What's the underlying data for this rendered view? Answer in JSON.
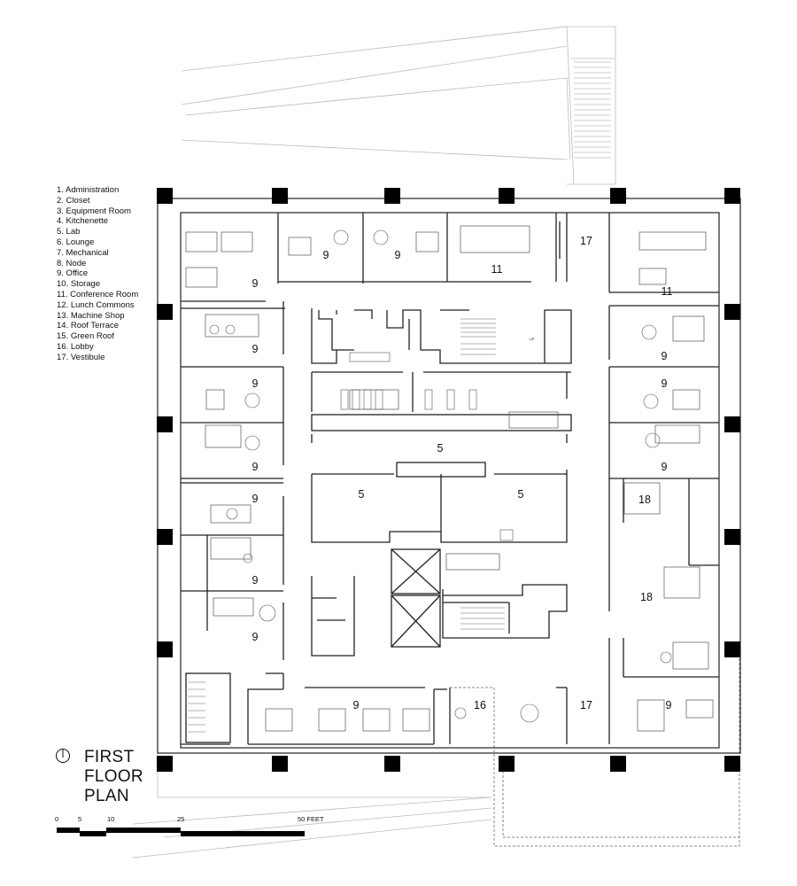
{
  "legend": [
    "1. Administration",
    "2. Closet",
    "3. Equipment Room",
    "4. Kitchenette",
    "5. Lab",
    "6. Lounge",
    "7. Mechanical",
    "8. Node",
    "9. Office",
    "10. Storage",
    "11. Conference Room",
    "12. Lunch Commons",
    "13. Machine Shop",
    "14. Roof Terrace",
    "15. Green Roof",
    "16. Lobby",
    "17. Vestibule"
  ],
  "title": [
    "FIRST",
    "FLOOR",
    "PLAN"
  ],
  "scale": {
    "ticks": [
      "0",
      "5",
      "10",
      "25"
    ],
    "end_label": "50 FEET"
  },
  "room_labels": {
    "r9_a": "9",
    "r9_b": "9",
    "r9_c": "9",
    "r11_a": "11",
    "r17_a": "17",
    "r11_b": "11",
    "r9_d": "9",
    "r9_e": "9",
    "r9_f": "9",
    "r9_g": "9",
    "r9_h": "9",
    "r9_i": "9",
    "r5_a": "5",
    "r5_b": "5",
    "r5_c": "5",
    "r9_j": "9",
    "r9_k": "9",
    "r9_l": "9",
    "r18_a": "18",
    "r18_b": "18",
    "r9_m": "9",
    "r16": "16",
    "r17_b": "17",
    "r9_n": "9"
  },
  "stair_note": "UP"
}
